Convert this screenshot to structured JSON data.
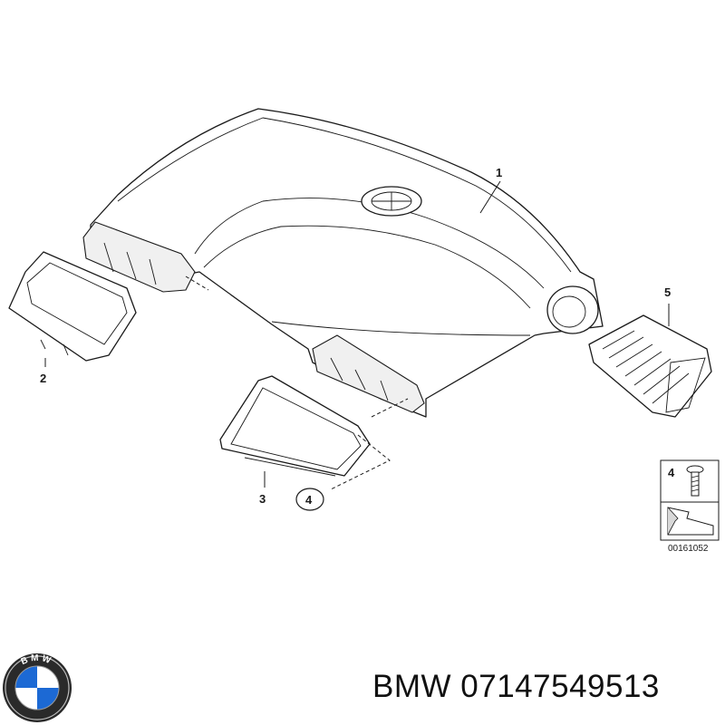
{
  "diagram": {
    "callouts": [
      {
        "id": "part-1",
        "label": "1"
      },
      {
        "id": "part-2",
        "label": "2"
      },
      {
        "id": "part-3",
        "label": "3"
      },
      {
        "id": "part-4",
        "label": "4"
      },
      {
        "id": "part-5",
        "label": "5"
      }
    ],
    "legend_box": {
      "item_label": "4",
      "drawing_number": "00161052"
    }
  },
  "footer": {
    "brand": "BMW",
    "part_number": "07147549513",
    "logo_letters": "BMW"
  }
}
